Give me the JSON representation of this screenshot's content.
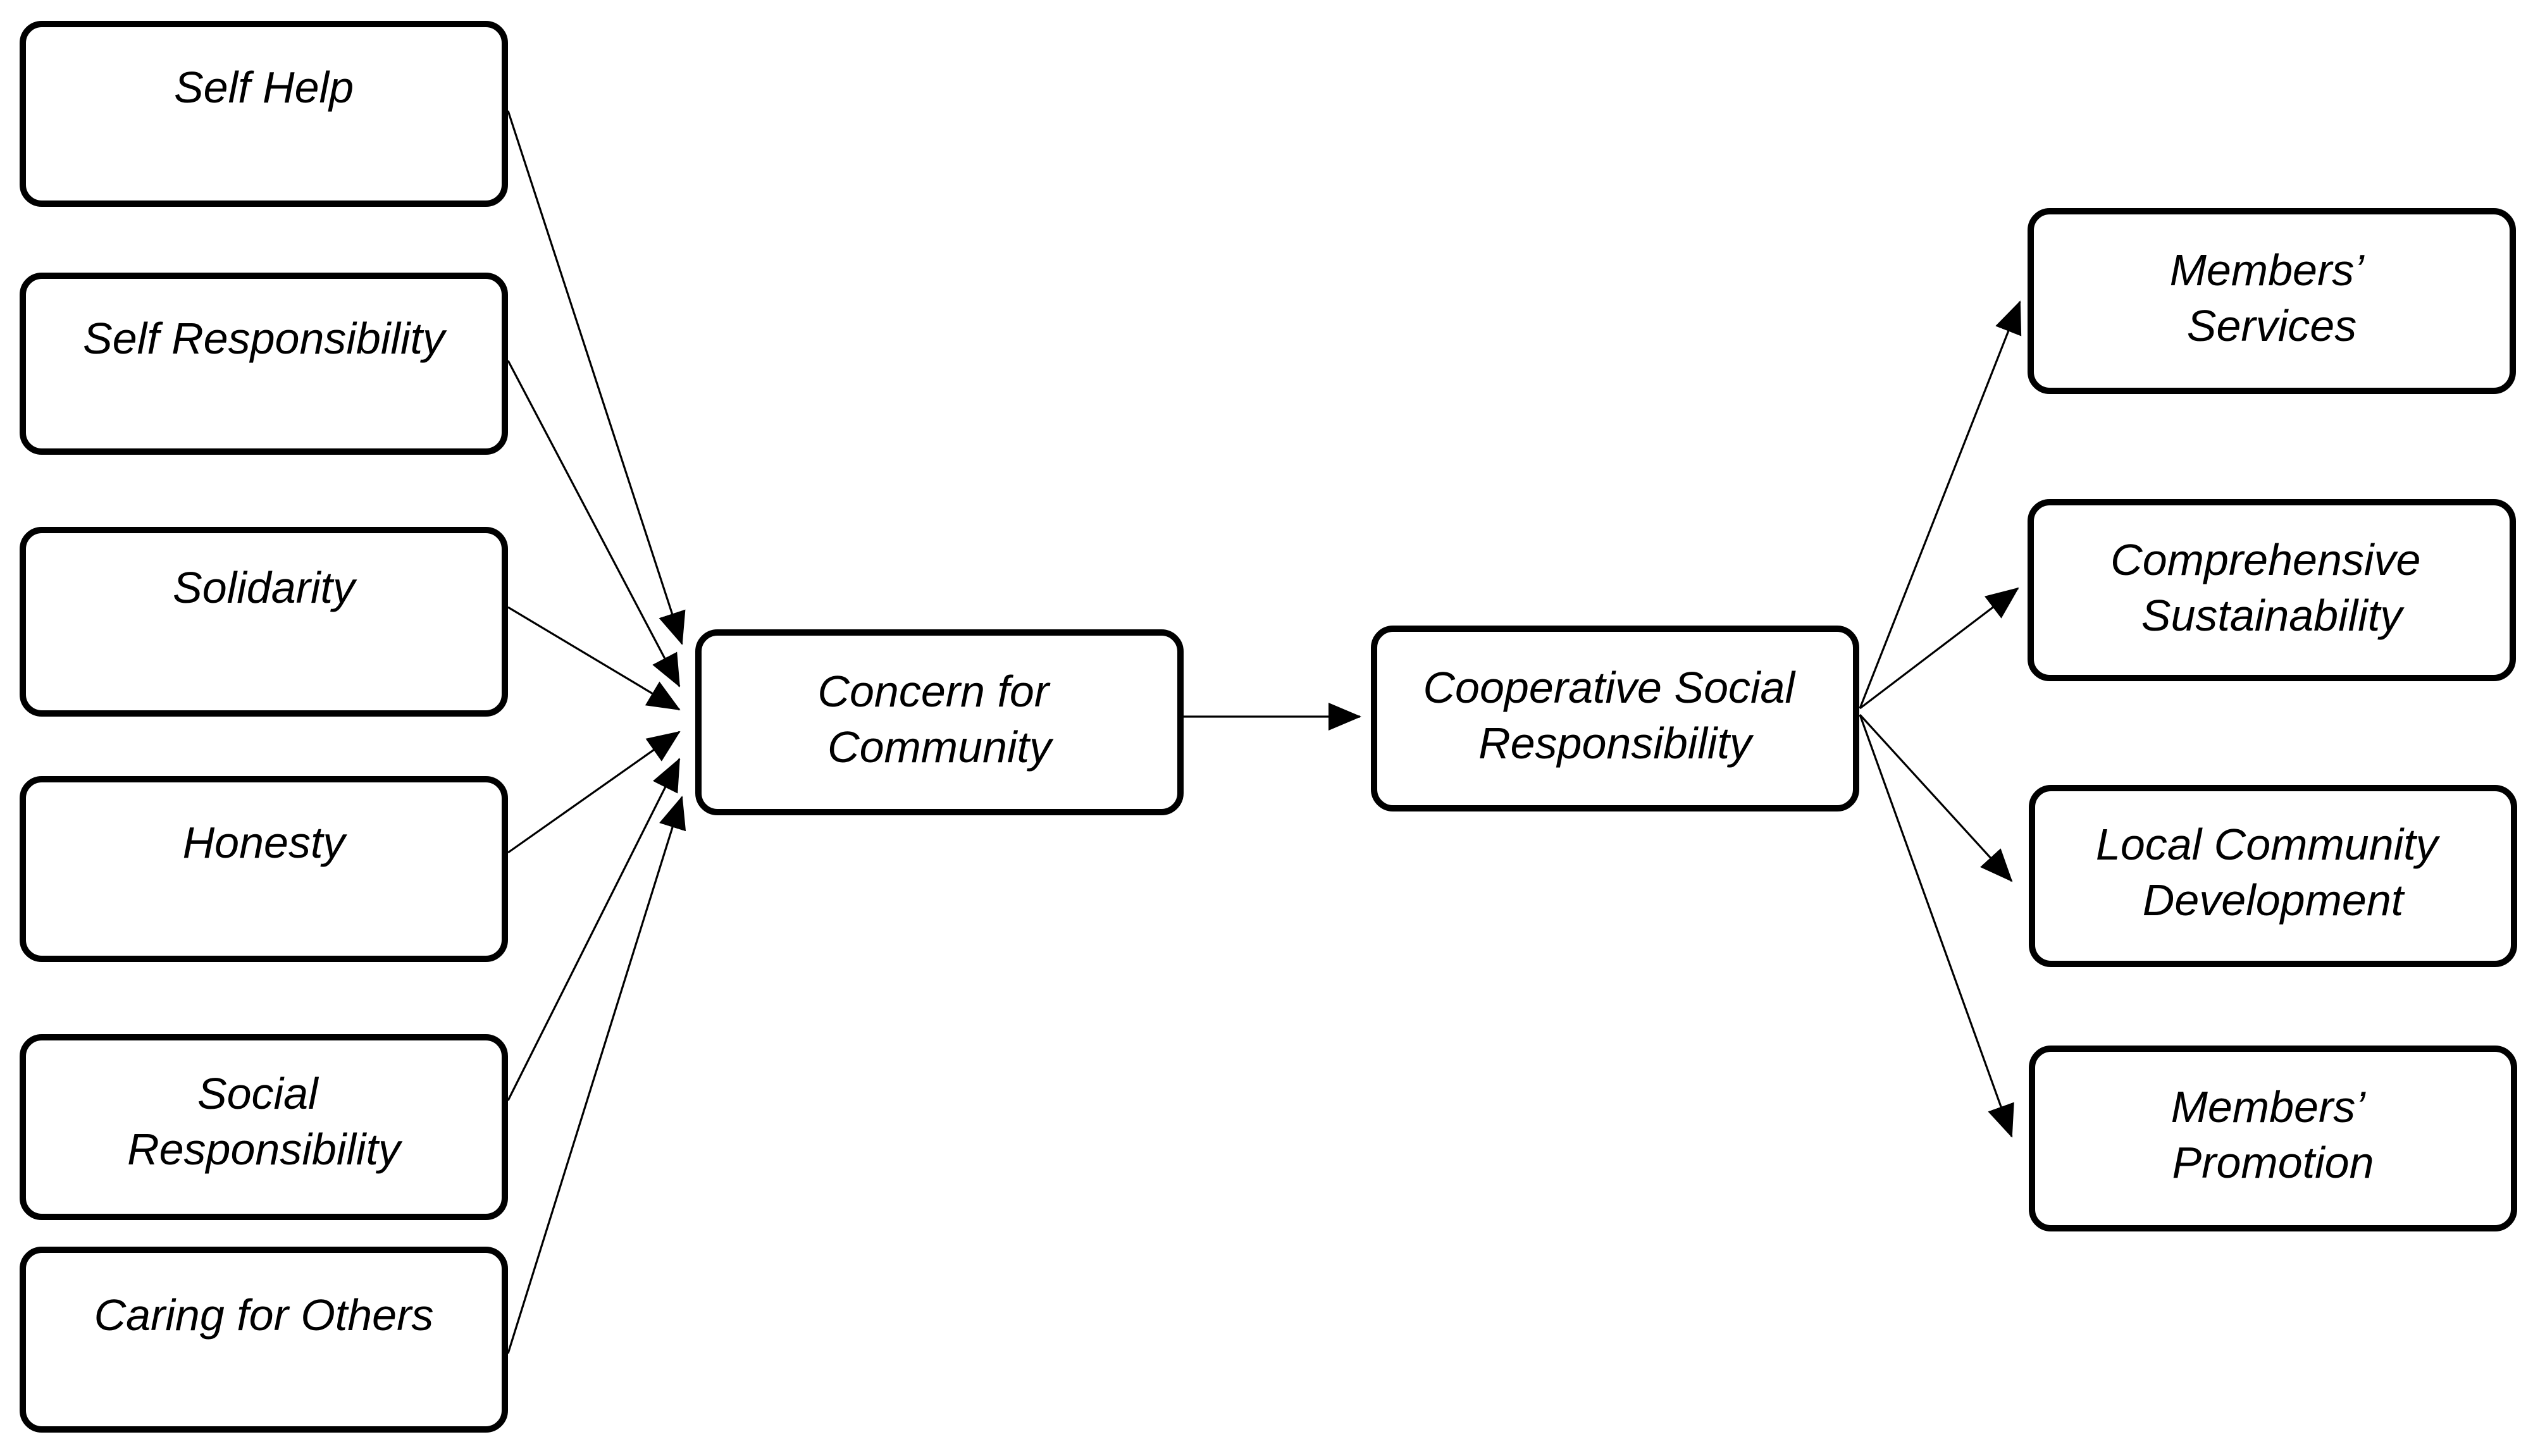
{
  "nodes": {
    "self_help": {
      "lines": [
        "Self Help"
      ]
    },
    "self_responsibility": {
      "lines": [
        "Self Responsibility"
      ]
    },
    "solidarity": {
      "lines": [
        "Solidarity"
      ]
    },
    "honesty": {
      "lines": [
        "Honesty"
      ]
    },
    "social_responsibility": {
      "lines": [
        "Social",
        "Responsibility"
      ]
    },
    "caring_for_others": {
      "lines": [
        "Caring for Others"
      ]
    },
    "concern_for_community": {
      "lines": [
        "Concern for",
        "Community"
      ]
    },
    "cooperative_social_responsibility": {
      "lines": [
        "Cooperative Social",
        "Responsibility"
      ]
    },
    "members_services": {
      "lines": [
        "Members’",
        "Services"
      ]
    },
    "comprehensive_sustainability": {
      "lines": [
        "Comprehensive",
        "Sustainability"
      ]
    },
    "local_community_development": {
      "lines": [
        "Local Community",
        "Development"
      ]
    },
    "members_promotion": {
      "lines": [
        "Members’",
        "Promotion"
      ]
    }
  },
  "edges": [
    {
      "from": "self_help",
      "to": "concern_for_community"
    },
    {
      "from": "self_responsibility",
      "to": "concern_for_community"
    },
    {
      "from": "solidarity",
      "to": "concern_for_community"
    },
    {
      "from": "honesty",
      "to": "concern_for_community"
    },
    {
      "from": "social_responsibility",
      "to": "concern_for_community"
    },
    {
      "from": "caring_for_others",
      "to": "concern_for_community"
    },
    {
      "from": "concern_for_community",
      "to": "cooperative_social_responsibility"
    },
    {
      "from": "cooperative_social_responsibility",
      "to": "members_services"
    },
    {
      "from": "cooperative_social_responsibility",
      "to": "comprehensive_sustainability"
    },
    {
      "from": "cooperative_social_responsibility",
      "to": "local_community_development"
    },
    {
      "from": "cooperative_social_responsibility",
      "to": "members_promotion"
    }
  ],
  "colors": {
    "stroke": "#000000",
    "fill": "#ffffff",
    "text": "#000000"
  }
}
